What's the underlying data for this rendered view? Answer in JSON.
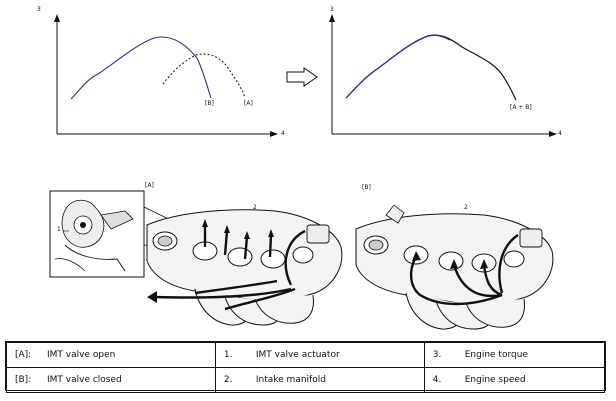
{
  "graphs": {
    "left": {
      "y_axis_label": "3",
      "x_axis_label": "4",
      "curve_b_label": "[B]",
      "curve_a_label": "[A]"
    },
    "right": {
      "y_axis_label": "3",
      "x_axis_label": "4",
      "curve_label": "[A + B]"
    },
    "arrow": "right-arrow"
  },
  "illustrations": {
    "left": {
      "panel_label": "[A]",
      "callout_manifold": "2",
      "callout_actuator": "1"
    },
    "right": {
      "panel_label": "[B]",
      "callout_manifold": "2"
    }
  },
  "legend": {
    "rows": [
      [
        {
          "key": "[A]:",
          "text": "IMT valve open"
        },
        {
          "key": "1.",
          "text": "IMT valve actuator"
        },
        {
          "key": "3.",
          "text": "Engine torque"
        }
      ],
      [
        {
          "key": "[B]:",
          "text": "IMT valve closed"
        },
        {
          "key": "2.",
          "text": "Intake manifold"
        },
        {
          "key": "4.",
          "text": "Engine speed"
        }
      ]
    ]
  },
  "colors": {
    "curve_blue": "#2b2f9a",
    "ink": "#111111"
  }
}
